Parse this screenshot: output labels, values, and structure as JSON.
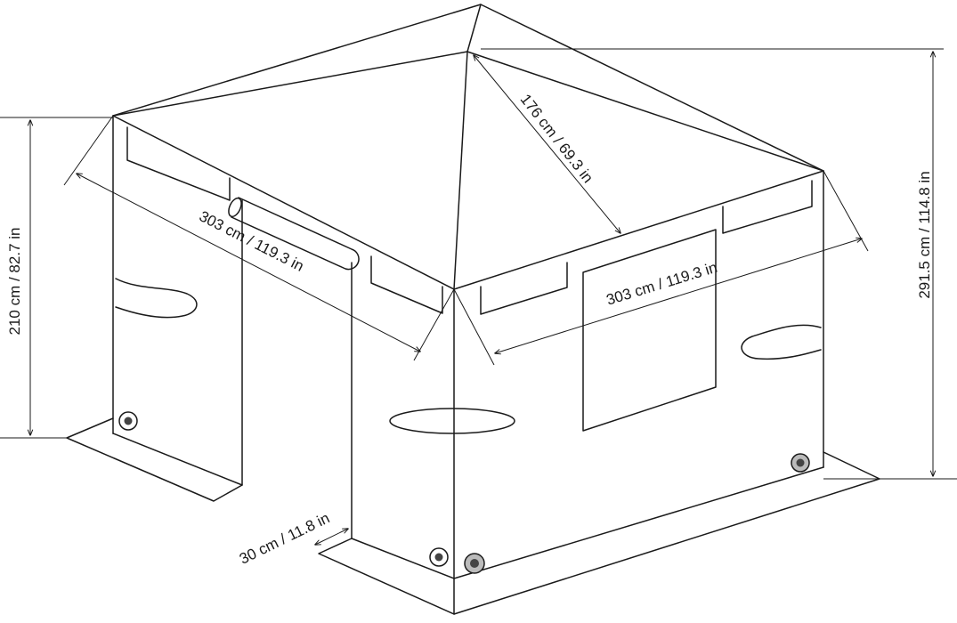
{
  "dimensions": {
    "wall_height": "210 cm / 82.7 in",
    "total_height": "291.5 cm / 114.8 in",
    "roof_edge": "176 cm / 69.3 in",
    "width_left": "303 cm / 119.3 in",
    "width_right": "303 cm / 119.3 in",
    "skirt": "30 cm / 11.8 in"
  },
  "colors": {
    "line": "#1a1a1a",
    "background": "#ffffff",
    "grommet": "#444444"
  }
}
